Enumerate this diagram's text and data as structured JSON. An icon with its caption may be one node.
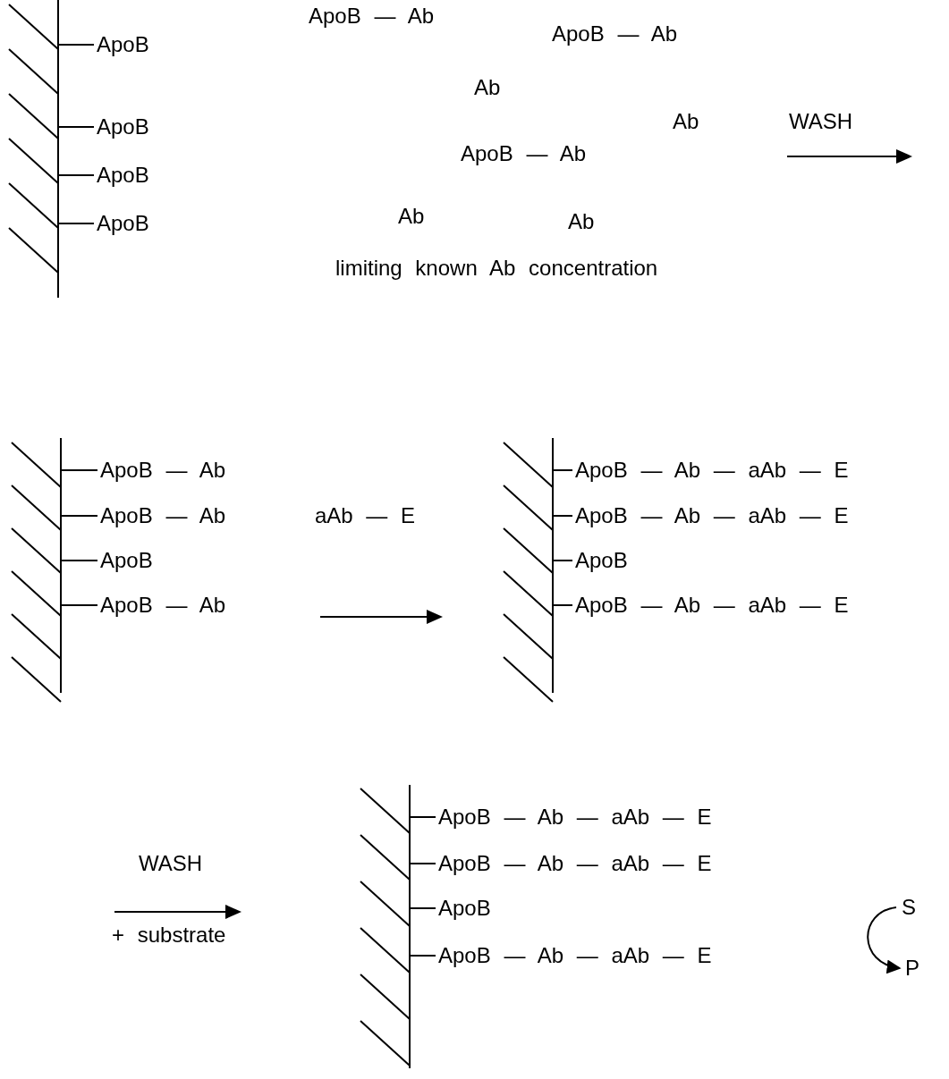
{
  "diagram": {
    "nodes": [
      {
        "text": [
          "S"
        ]
      },
      {
        "text": [
          "P"
        ]
      }
    ],
    "edges": [
      {
        "from": 0,
        "to": 1,
        "arrow": "to"
      }
    ],
    "labels": [
      "ApoB — Ab",
      "ApoB — Ab",
      "ApoB",
      "Ab",
      "ApoB",
      "Ab",
      "WASH",
      "ApoB — Ab",
      "ApoB",
      "ApoB",
      "Ab",
      "Ab",
      "limiting known Ab concentration",
      "ApoB — Ab",
      "ApoB — Ab — aAb — E",
      "ApoB — Ab",
      "aAb — E",
      "ApoB — Ab — aAb — E",
      "ApoB",
      "ApoB",
      "ApoB — Ab",
      "ApoB — Ab — aAb — E",
      "ApoB — Ab — aAb — E",
      "WASH",
      "ApoB — Ab — aAb — E",
      "ApoB",
      "+ substrate",
      "ApoB — Ab — aAb — E"
    ]
  }
}
